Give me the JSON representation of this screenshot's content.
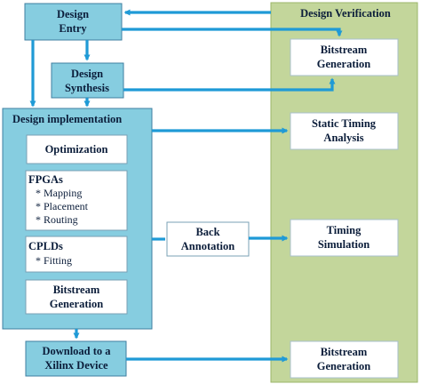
{
  "nodes": {
    "design_entry": [
      "Design",
      "Entry"
    ],
    "design_synthesis": [
      "Design",
      "Synthesis"
    ],
    "design_implementation": "Design implementation",
    "optimization": "Optimization",
    "fpgas": {
      "title": "FPGAs",
      "items": [
        "* Mapping",
        "* Placement",
        "* Routing"
      ]
    },
    "cplds": {
      "title": "CPLDs",
      "items": [
        "* Fitting"
      ]
    },
    "impl_bitstream": [
      "Bitstream",
      "Generation"
    ],
    "back_annotation": [
      "Back",
      "Annotation"
    ],
    "download": [
      "Download to a",
      "Xilinx Device"
    ],
    "design_verification": "Design Verification",
    "verif_bitstream_1": [
      "Bitstream",
      "Generation"
    ],
    "static_timing": [
      "Static Timing",
      "Analysis"
    ],
    "timing_simulation": [
      "Timing",
      "Simulation"
    ],
    "verif_bitstream_2": [
      "Bitstream",
      "Generation"
    ]
  },
  "colors": {
    "teal_fill": "#86cde0",
    "green_panel": "#c3d69b",
    "arrow": "#1f9ad6",
    "text": "#0b1d3a"
  }
}
